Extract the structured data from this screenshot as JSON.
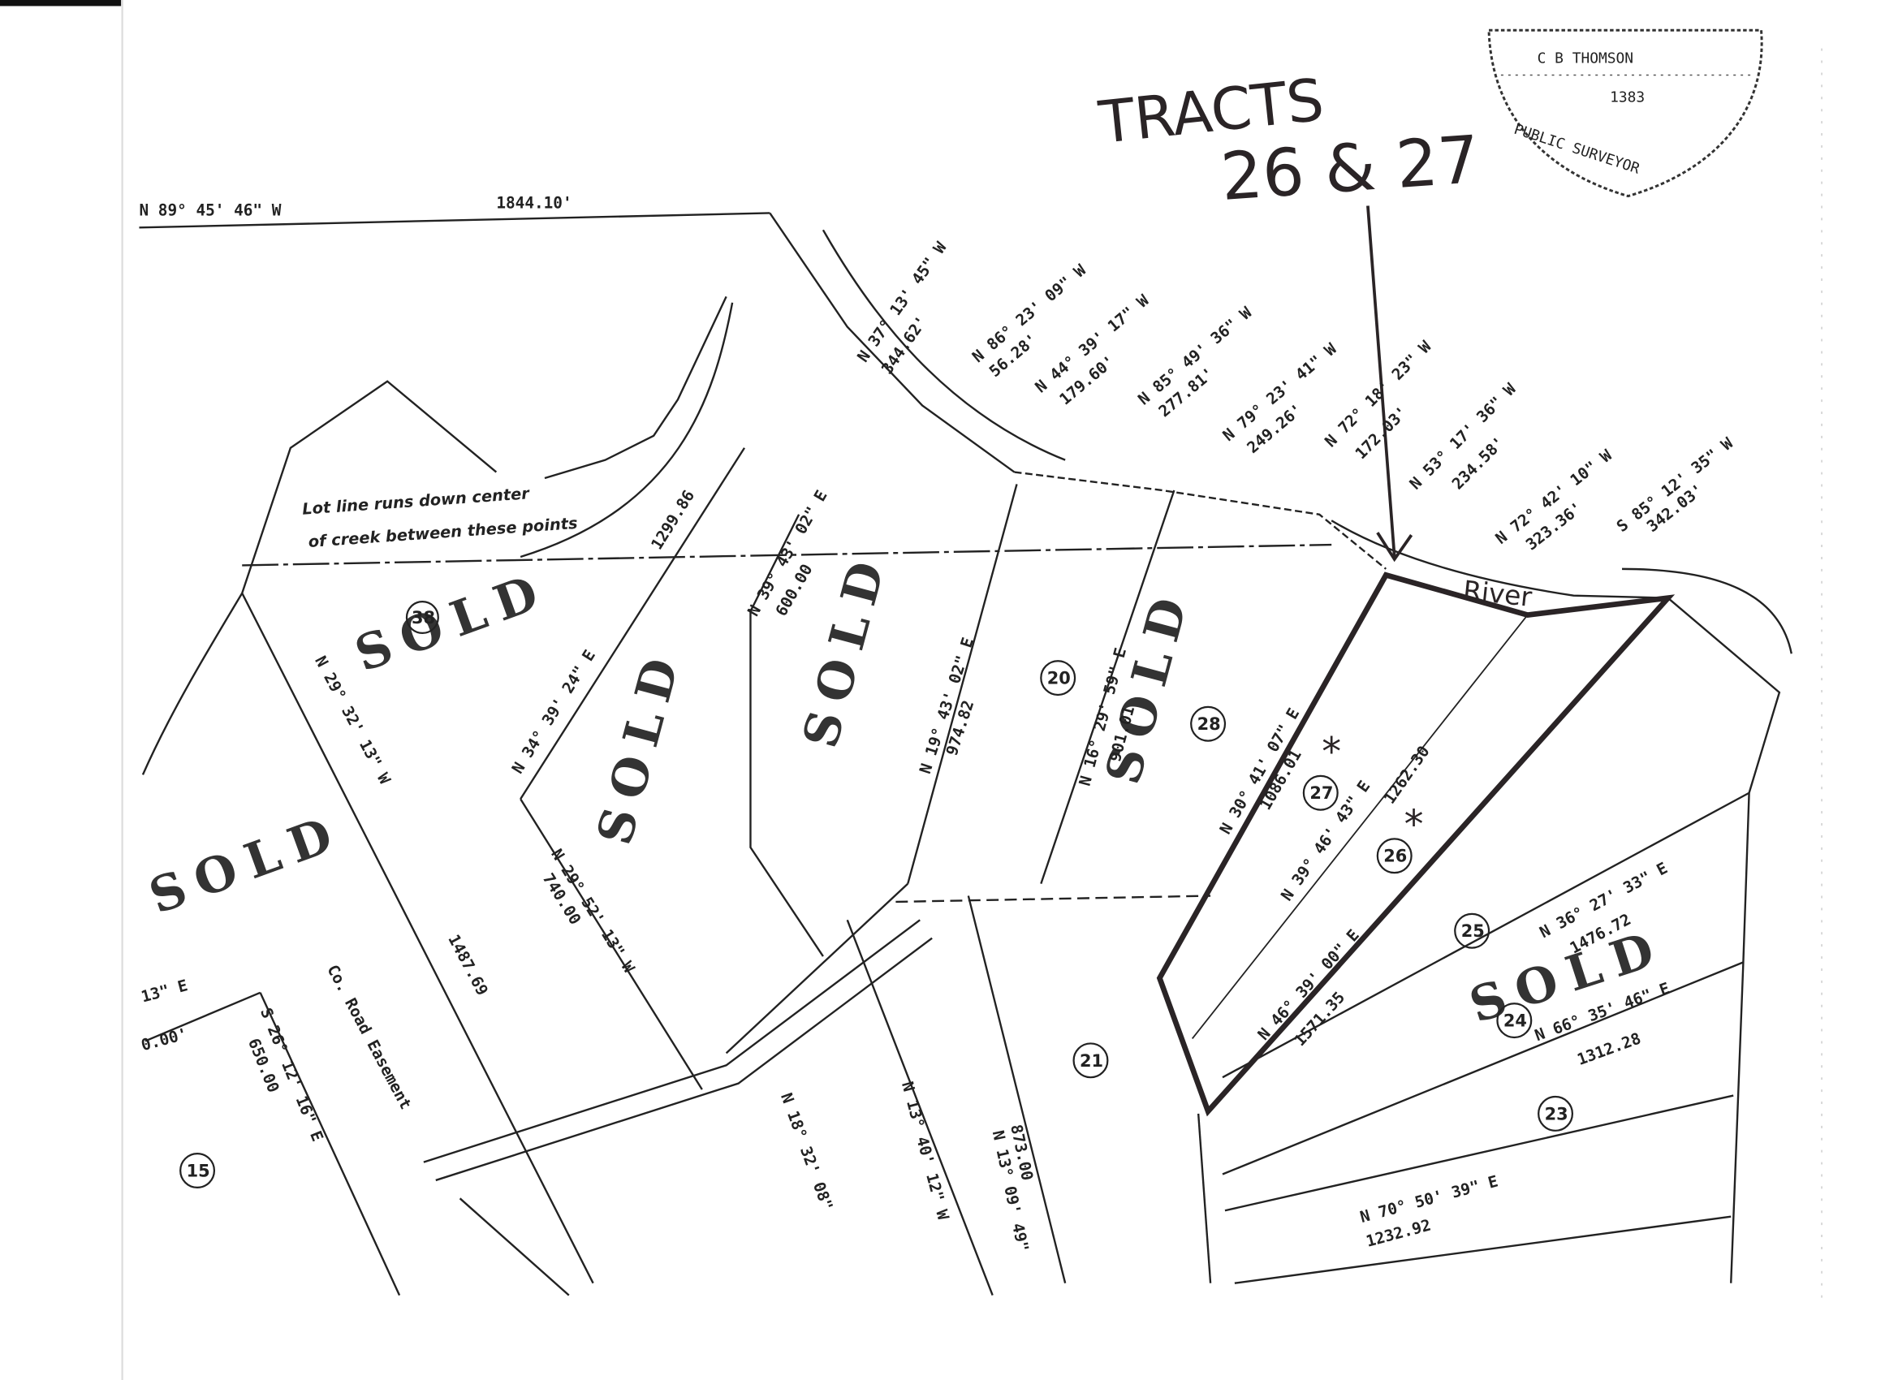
{
  "annotation": {
    "line1": "TRACTS",
    "line2": "26 & 27",
    "river": "River"
  },
  "seal": {
    "name": "C B THOMSON",
    "number": "1383",
    "title": "PUBLIC SURVEYOR"
  },
  "top_line": {
    "bearing": "N 89° 45' 46\" W",
    "distance": "1844.10'"
  },
  "river_calls": [
    {
      "bearing": "N 37° 13' 45\" W",
      "distance": "344.62'"
    },
    {
      "bearing": "N 86° 23' 09\" W",
      "distance": "56.28'"
    },
    {
      "bearing": "N 44° 39' 17\" W",
      "distance": "179.60'"
    },
    {
      "bearing": "N 85° 49' 36\" W",
      "distance": "277.81'"
    },
    {
      "bearing": "N 79° 23' 41\" W",
      "distance": "249.26'"
    },
    {
      "bearing": "N 72° 18' 23\" W",
      "distance": "172.03'"
    },
    {
      "bearing": "N 53° 17' 36\" W",
      "distance": "234.58'"
    },
    {
      "bearing": "N 72° 42' 10\" W",
      "distance": "323.36'"
    },
    {
      "bearing": "S 85° 12' 35\" W",
      "distance": "342.03'"
    }
  ],
  "creek_note": {
    "line1": "Lot line runs down center",
    "line2": "of creek between these points"
  },
  "sold_label": "SOLD",
  "lot_lines": [
    {
      "bearing": "N 29° 32' 13\" W",
      "distance": "1487.69"
    },
    {
      "bearing": "N 34° 39' 24\" E",
      "distance": "1299.86"
    },
    {
      "bearing": "N 29° 52' 13\" W",
      "distance": "740.00"
    },
    {
      "bearing": "N 39° 43' 02\" E",
      "distance": "600.00"
    },
    {
      "bearing": "N 19° 43' 02\" E",
      "distance": "974.82"
    },
    {
      "bearing": "N 16° 29' 59\" E",
      "distance": "901.01"
    },
    {
      "bearing": "N 30° 41' 07\" E",
      "distance": "1086.01"
    },
    {
      "bearing": "N 39° 46' 43\" E",
      "distance": "1262.30"
    },
    {
      "bearing": "N 46° 39' 00\" E",
      "distance": "1571.35"
    },
    {
      "bearing": "N 36° 27' 33\" E",
      "distance": "1476.72"
    },
    {
      "bearing": "N 66° 35' 46\" E",
      "distance": "1312.28"
    },
    {
      "bearing": "N 70° 50' 39\" E",
      "distance": "1232.92"
    },
    {
      "bearing": "S 26° 12' 16\" E",
      "distance": "650.00"
    },
    {
      "bearing": "N 13° 40' 12\" W",
      "distance": ""
    },
    {
      "bearing": "N 13° 09' 49\"",
      "distance": "873.00"
    },
    {
      "bearing": "N 18° 32' 08\"",
      "distance": ""
    }
  ],
  "road_label": "Co. Road Easement",
  "partial_left": {
    "bearing": "13\" E",
    "distance": "0.00'"
  },
  "tracts": [
    "38",
    "20",
    "28",
    "27",
    "26",
    "25",
    "24",
    "23",
    "21",
    "15"
  ]
}
